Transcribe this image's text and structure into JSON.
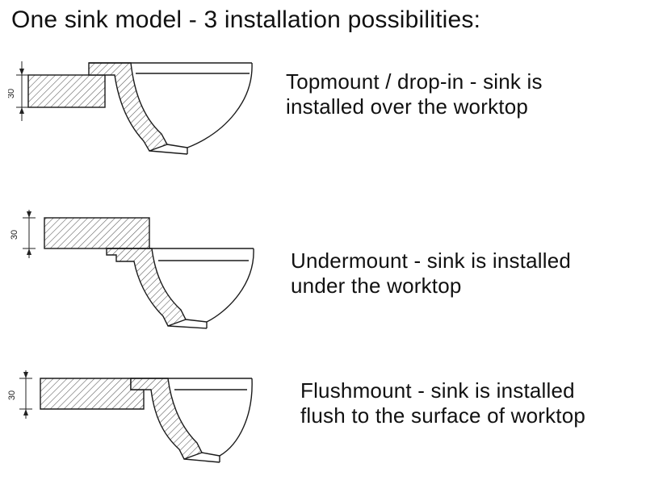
{
  "title": "One sink model - 3 installation possibilities:",
  "diagrams": [
    {
      "id": "topmount",
      "dimension_mm": "30",
      "label_line1": "Topmount / drop-in - sink is",
      "label_line2": "installed over the worktop"
    },
    {
      "id": "undermount",
      "dimension_mm": "30",
      "label_line1": "Undermount - sink is installed",
      "label_line2": "under the worktop"
    },
    {
      "id": "flushmount",
      "dimension_mm": "30",
      "label_line1": "Flushmount - sink is installed",
      "label_line2": "flush to the surface of worktop"
    }
  ],
  "colors": {
    "line": "#1b1b1b",
    "hatch": "#555555",
    "text": "#111111"
  }
}
